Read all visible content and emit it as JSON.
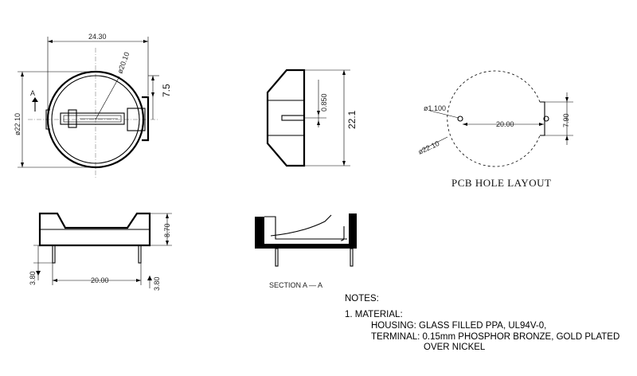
{
  "top_view": {
    "dim_width": "24.30",
    "dim_radius": "ø20.10",
    "dim_height": "ø22.10",
    "dim_offset": "7.5",
    "section_mark": "A"
  },
  "side_view": {
    "dim_height": "22.1",
    "dim_gap": "0.850"
  },
  "pcb_layout": {
    "title": "PCB HOLE LAYOUT",
    "dim_hole": "ø1.100",
    "dim_pitch": "20.00",
    "dim_notch": "7.90",
    "dim_circle": "ø22.10"
  },
  "front_view": {
    "dim_height": "8.70",
    "dim_pin_left": "3.80",
    "dim_pitch": "20.00",
    "dim_pin_right": "3.80"
  },
  "section_view": {
    "label": "SECTION     A — A"
  },
  "notes": {
    "heading": "NOTES:",
    "item1": "1. MATERIAL:",
    "housing": "HOUSING: GLASS FILLED PPA, UL94V-0,",
    "terminal": "TERMINAL: 0.15mm  PHOSPHOR BRONZE, GOLD PLATED",
    "terminal_cont": "OVER NICKEL"
  }
}
